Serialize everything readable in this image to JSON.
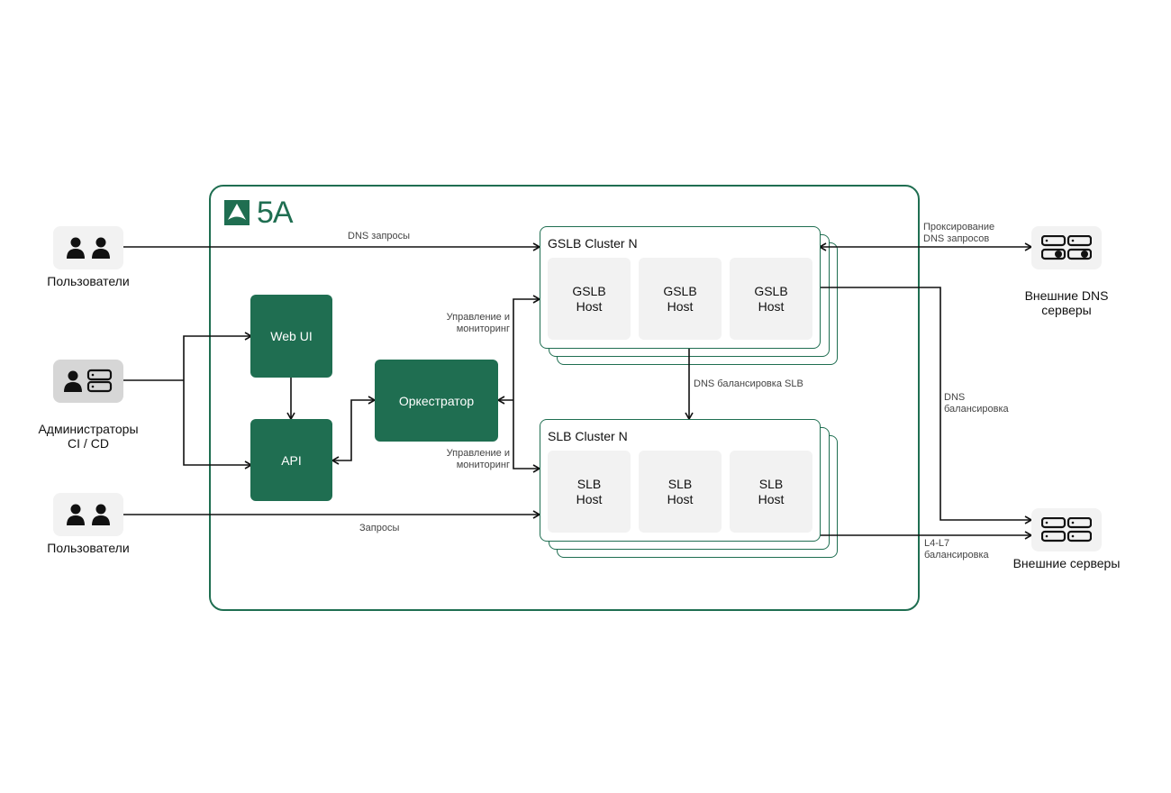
{
  "brand": {
    "logo_text": "5A",
    "accent": "#1f6e51"
  },
  "actors": {
    "users_top": {
      "label": "Пользователи",
      "icon": "users-icon"
    },
    "admins": {
      "label": "Администраторы\nCI / CD",
      "icon": "admins-servers-icon"
    },
    "users_bottom": {
      "label": "Пользователи",
      "icon": "users-icon"
    },
    "external_dns": {
      "label": "Внешние DNS\nсерверы",
      "icon": "dns-servers-icon"
    },
    "external_servers": {
      "label": "Внешние серверы",
      "icon": "servers-icon"
    }
  },
  "components": {
    "web_ui": "Web UI",
    "api": "API",
    "orchestrator": "Оркестратор"
  },
  "clusters": {
    "gslb": {
      "title": "GSLB Cluster N",
      "hosts": [
        "GSLB\nHost",
        "GSLB\nHost",
        "GSLB\nHost"
      ]
    },
    "slb": {
      "title": "SLB Cluster N",
      "hosts": [
        "SLB\nHost",
        "SLB\nHost",
        "SLB\nHost"
      ]
    }
  },
  "edges": {
    "dns_requests": "DNS запросы",
    "requests": "Запросы",
    "mgmt_top": "Управление и\nмониторинг",
    "mgmt_bottom": "Управление и\nмониторинг",
    "dns_slb": "DNS балансировка SLB",
    "dns_proxy": "Проксирование\nDNS запросов",
    "dns_balancing": "DNS\nбалансировка",
    "l4l7": "L4-L7\nбалансировка"
  }
}
